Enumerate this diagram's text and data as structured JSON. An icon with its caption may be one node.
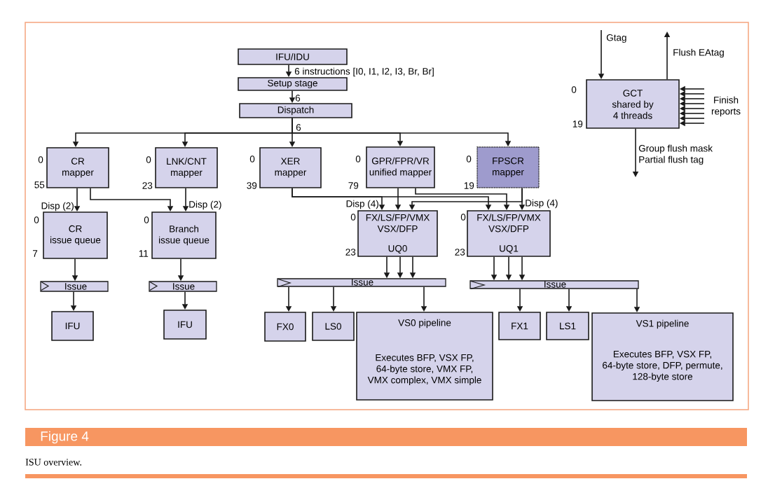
{
  "diagram": {
    "caption": "ISU overview.",
    "nodes": [
      {
        "text": [
          "IFU/IDU"
        ]
      },
      {
        "text": [
          "Setup stage"
        ]
      },
      {
        "text": [
          "Dispatch"
        ]
      },
      {
        "text": [
          "CR mapper"
        ],
        "beside": [
          "0",
          "55"
        ]
      },
      {
        "text": [
          "LNK/CNT mapper"
        ],
        "beside": [
          "0",
          "23"
        ]
      },
      {
        "text": [
          "XER mapper"
        ],
        "beside": [
          "0",
          "39"
        ]
      },
      {
        "text": [
          "GPR/FPR/VR unified mapper"
        ],
        "beside": [
          "0",
          "79"
        ]
      },
      {
        "text": [
          "FPSCR mapper"
        ],
        "beside": [
          "0",
          "19"
        ]
      },
      {
        "text": [
          "CR issue queue"
        ],
        "beside": [
          "0",
          "7"
        ]
      },
      {
        "text": [
          "Branch issue queue"
        ],
        "beside": [
          "0",
          "11"
        ]
      },
      {
        "text": [
          "Issue"
        ]
      },
      {
        "text": [
          "Issue"
        ]
      },
      {
        "text": [
          "IFU"
        ]
      },
      {
        "text": [
          "IFU"
        ]
      },
      {
        "text": [
          "FX/LS/FP/VMX VSX/DFP",
          "UQ0"
        ],
        "beside": [
          "0",
          "23"
        ]
      },
      {
        "text": [
          "FX/LS/FP/VMX VSX/DFP",
          "UQ1"
        ],
        "beside": [
          "0",
          "23"
        ]
      },
      {
        "text": [
          "Issue"
        ]
      },
      {
        "text": [
          "Issue"
        ]
      },
      {
        "text": [
          "FX0"
        ]
      },
      {
        "text": [
          "LS0"
        ]
      },
      {
        "text": [
          "VS0 pipeline",
          "Executes BFP, VSX FP, 64-byte store, VMX FP, VMX complex, VMX simple"
        ]
      },
      {
        "text": [
          "FX1"
        ]
      },
      {
        "text": [
          "LS1"
        ]
      },
      {
        "text": [
          "VS1 pipeline",
          "Executes BFP, VSX FP, 64-byte store, DFP, permute, 128-byte store"
        ]
      },
      {
        "text": [
          "GCT shared by 4 threads"
        ],
        "beside": [
          "0",
          "19"
        ]
      }
    ],
    "edges": [
      {
        "from": 0,
        "to": 1,
        "arrow": "to",
        "label": "6 instructions [I0, I1, I2, I3, Br, Br]"
      },
      {
        "from": 1,
        "to": 2,
        "arrow": "to",
        "label": "6"
      },
      {
        "from": 2,
        "to": 3,
        "arrow": "to"
      },
      {
        "from": 2,
        "to": 4,
        "arrow": "to"
      },
      {
        "from": 2,
        "to": 5,
        "arrow": "to",
        "label": "6"
      },
      {
        "from": 2,
        "to": 6,
        "arrow": "to"
      },
      {
        "from": 2,
        "to": 7,
        "arrow": "to"
      },
      {
        "from": 3,
        "to": 8,
        "arrow": "to",
        "label": "Disp (2)"
      },
      {
        "from": 3,
        "to": 9,
        "arrow": "to"
      },
      {
        "from": 4,
        "to": 9,
        "arrow": "to",
        "label": "Disp (2)"
      },
      {
        "from": 8,
        "to": 10,
        "arrow": "to"
      },
      {
        "from": 9,
        "to": 11,
        "arrow": "to"
      },
      {
        "from": 10,
        "to": 12,
        "arrow": "to"
      },
      {
        "from": 11,
        "to": 13,
        "arrow": "to"
      },
      {
        "from": 5,
        "to": 14,
        "arrow": "to",
        "label": "Disp (4)"
      },
      {
        "from": 5,
        "to": 15,
        "arrow": "to"
      },
      {
        "from": 6,
        "to": 14,
        "arrow": "to"
      },
      {
        "from": 6,
        "to": 15,
        "arrow": "to"
      },
      {
        "from": 7,
        "to": 14,
        "arrow": "to"
      },
      {
        "from": 7,
        "to": 15,
        "arrow": "to",
        "label": "Disp (4)"
      },
      {
        "from": 14,
        "to": 16,
        "arrow": "to"
      },
      {
        "from": 14,
        "to": 16,
        "arrow": "to"
      },
      {
        "from": 14,
        "to": 16,
        "arrow": "to"
      },
      {
        "from": 15,
        "to": 17,
        "arrow": "to"
      },
      {
        "from": 15,
        "to": 17,
        "arrow": "to"
      },
      {
        "from": 15,
        "to": 17,
        "arrow": "to"
      },
      {
        "from": 16,
        "to": 18,
        "arrow": "to"
      },
      {
        "from": 16,
        "to": 19,
        "arrow": "to"
      },
      {
        "from": 16,
        "to": 20,
        "arrow": "to"
      },
      {
        "from": 17,
        "to": 21,
        "arrow": "to"
      },
      {
        "from": 17,
        "to": 22,
        "arrow": "to"
      },
      {
        "from": 17,
        "to": 23,
        "arrow": "to"
      },
      {
        "from": null,
        "to": 24,
        "arrow": "to",
        "label": "Gtag"
      },
      {
        "from": 24,
        "to": null,
        "arrow": "to",
        "label": "Flush EAtag"
      },
      {
        "from": null,
        "to": 24,
        "arrow": "to"
      },
      {
        "from": null,
        "to": 24,
        "arrow": "to"
      },
      {
        "from": null,
        "to": 24,
        "arrow": "to"
      },
      {
        "from": null,
        "to": 24,
        "arrow": "to",
        "label": "Finish reports"
      },
      {
        "from": null,
        "to": 24,
        "arrow": "to"
      },
      {
        "from": null,
        "to": 24,
        "arrow": "to"
      },
      {
        "from": null,
        "to": 24,
        "arrow": "to"
      },
      {
        "from": null,
        "to": 24,
        "arrow": "to"
      },
      {
        "from": 24,
        "to": null,
        "arrow": "to",
        "label": "Group flush mask Partial flush tag"
      }
    ],
    "labels": [
      "Figure 4"
    ]
  }
}
